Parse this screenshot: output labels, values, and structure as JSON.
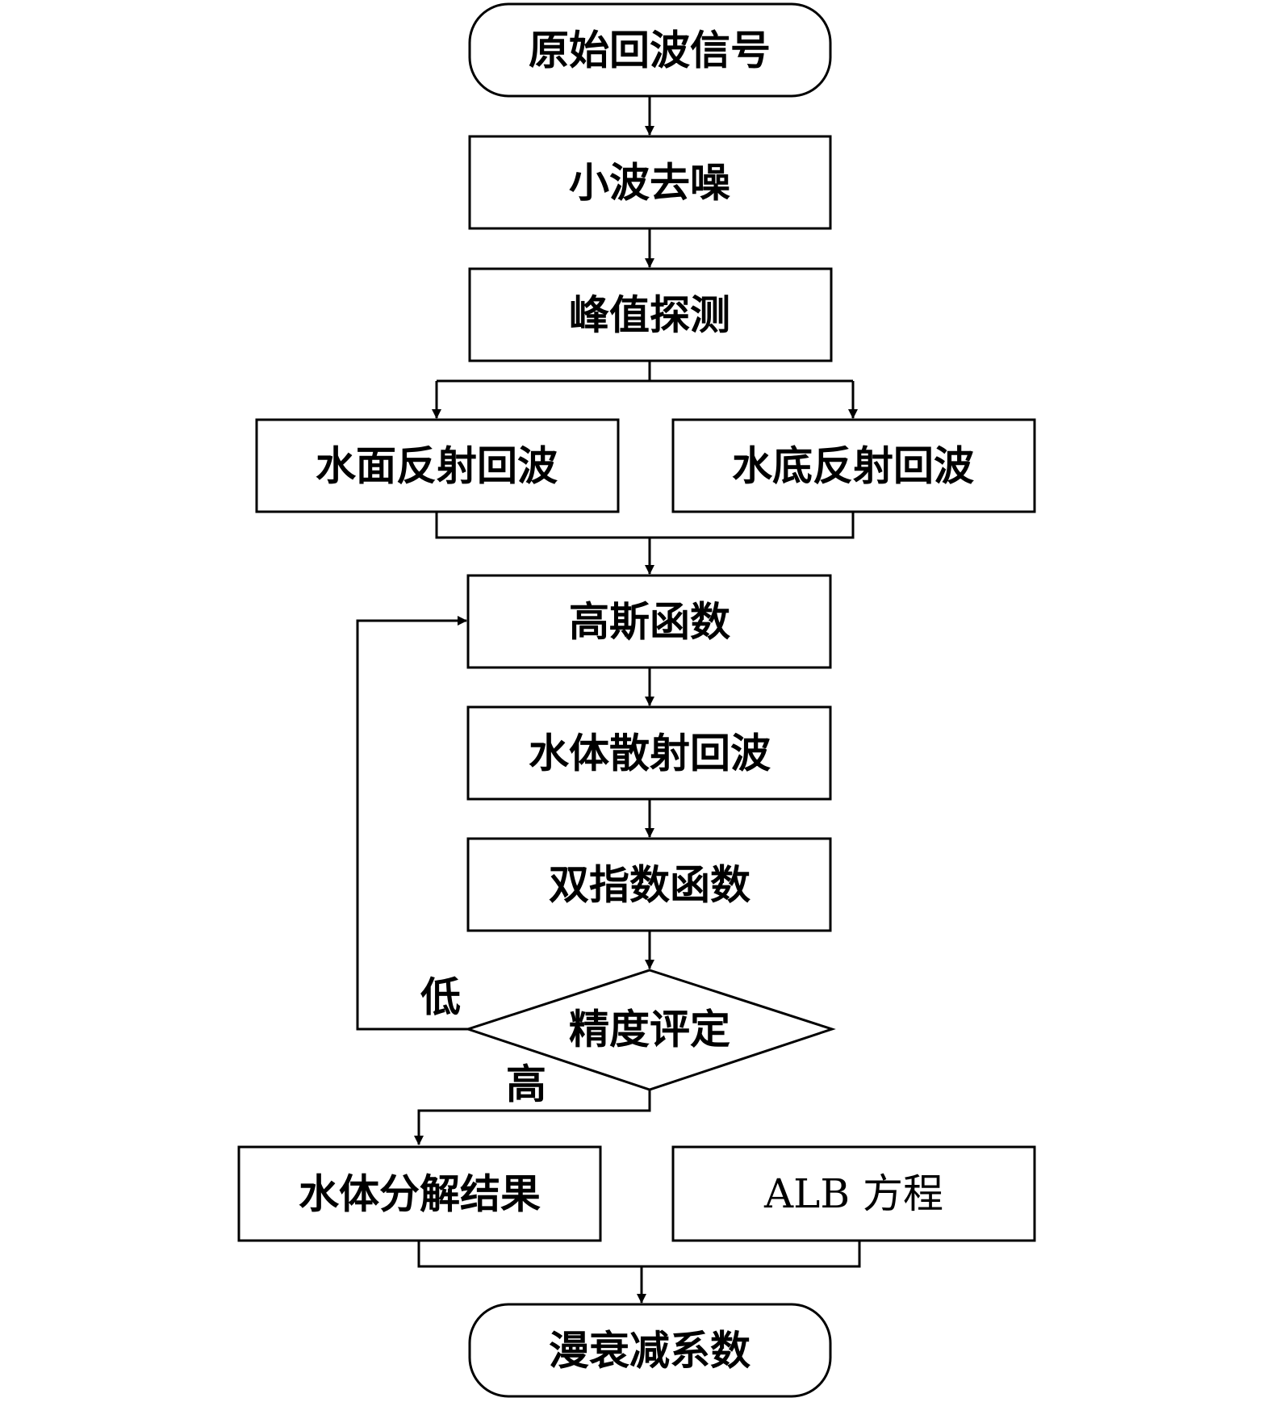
{
  "nodes": {
    "start": "原始回波信号",
    "denoise": "小波去噪",
    "peak": "峰值探测",
    "surface": "水面反射回波",
    "bottom": "水底反射回波",
    "gauss": "高斯函数",
    "scatter": "水体散射回波",
    "dexp": "双指数函数",
    "eval": "精度评定",
    "result": "水体分解结果",
    "alb": "ALB 方程",
    "end": "漫衰减系数"
  },
  "edge_labels": {
    "low": "低",
    "high": "高"
  }
}
